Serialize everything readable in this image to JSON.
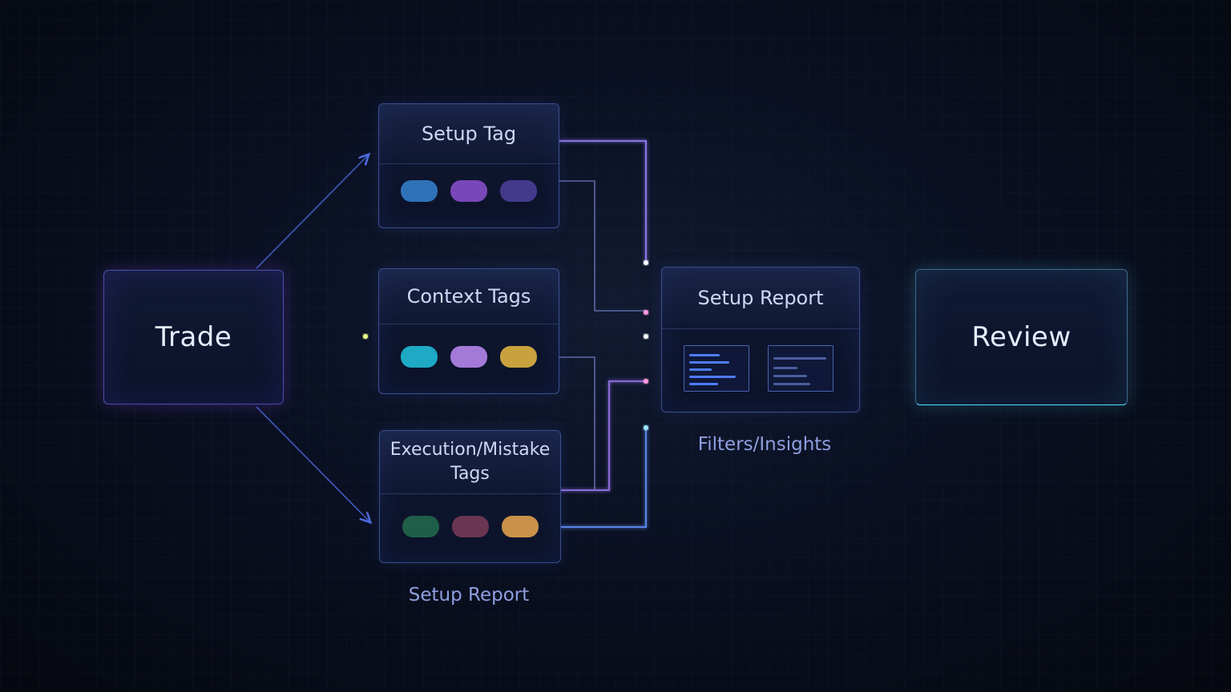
{
  "diagram": {
    "trade": {
      "label": "Trade"
    },
    "setup_tag": {
      "label": "Setup Tag",
      "pills": [
        "#2f72b8",
        "#7848b8",
        "#443a8c"
      ]
    },
    "context_tags": {
      "label": "Context Tags",
      "pills": [
        "#1ea9c4",
        "#a47ad8",
        "#c9a23e"
      ]
    },
    "execution_tags": {
      "label": "Execution/Mistake Tags",
      "pills": [
        "#1f5e48",
        "#6a3550",
        "#c8924a"
      ]
    },
    "tags_caption": "Setup Report",
    "setup_report": {
      "label": "Setup Report",
      "caption": "Filters/Insights"
    },
    "review": {
      "label": "Review"
    }
  },
  "colors": {
    "accent_magenta": "#d46cff",
    "accent_cyan": "#4fe0ff",
    "accent_lime": "#c8ff6a",
    "accent_blue": "#5a7cff"
  }
}
